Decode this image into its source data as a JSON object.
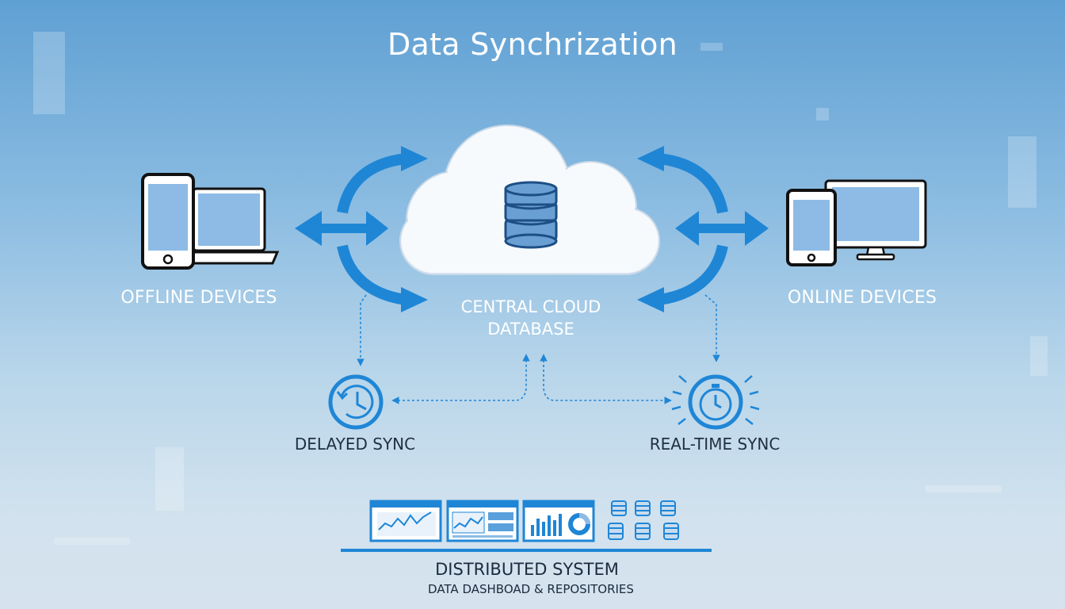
{
  "title": "Data Synchrization",
  "offline": {
    "label": "OFFLINE DEVICES"
  },
  "online": {
    "label": "ONLINE DEVICES"
  },
  "center": {
    "line1": "CENTRAL CLOUD",
    "line2": "DATABASE"
  },
  "delayed": {
    "label": "DELAYED SYNC"
  },
  "realtime": {
    "label": "REAL-TIME SYNC"
  },
  "distributed": {
    "title": "DISTRIBUTED SYSTEM",
    "subtitle": "DATA DASHBOAD & REPOSITORIES"
  },
  "colors": {
    "accent": "#1f86d6",
    "icon_fill": "#7ab1e2",
    "outline": "#111111"
  }
}
